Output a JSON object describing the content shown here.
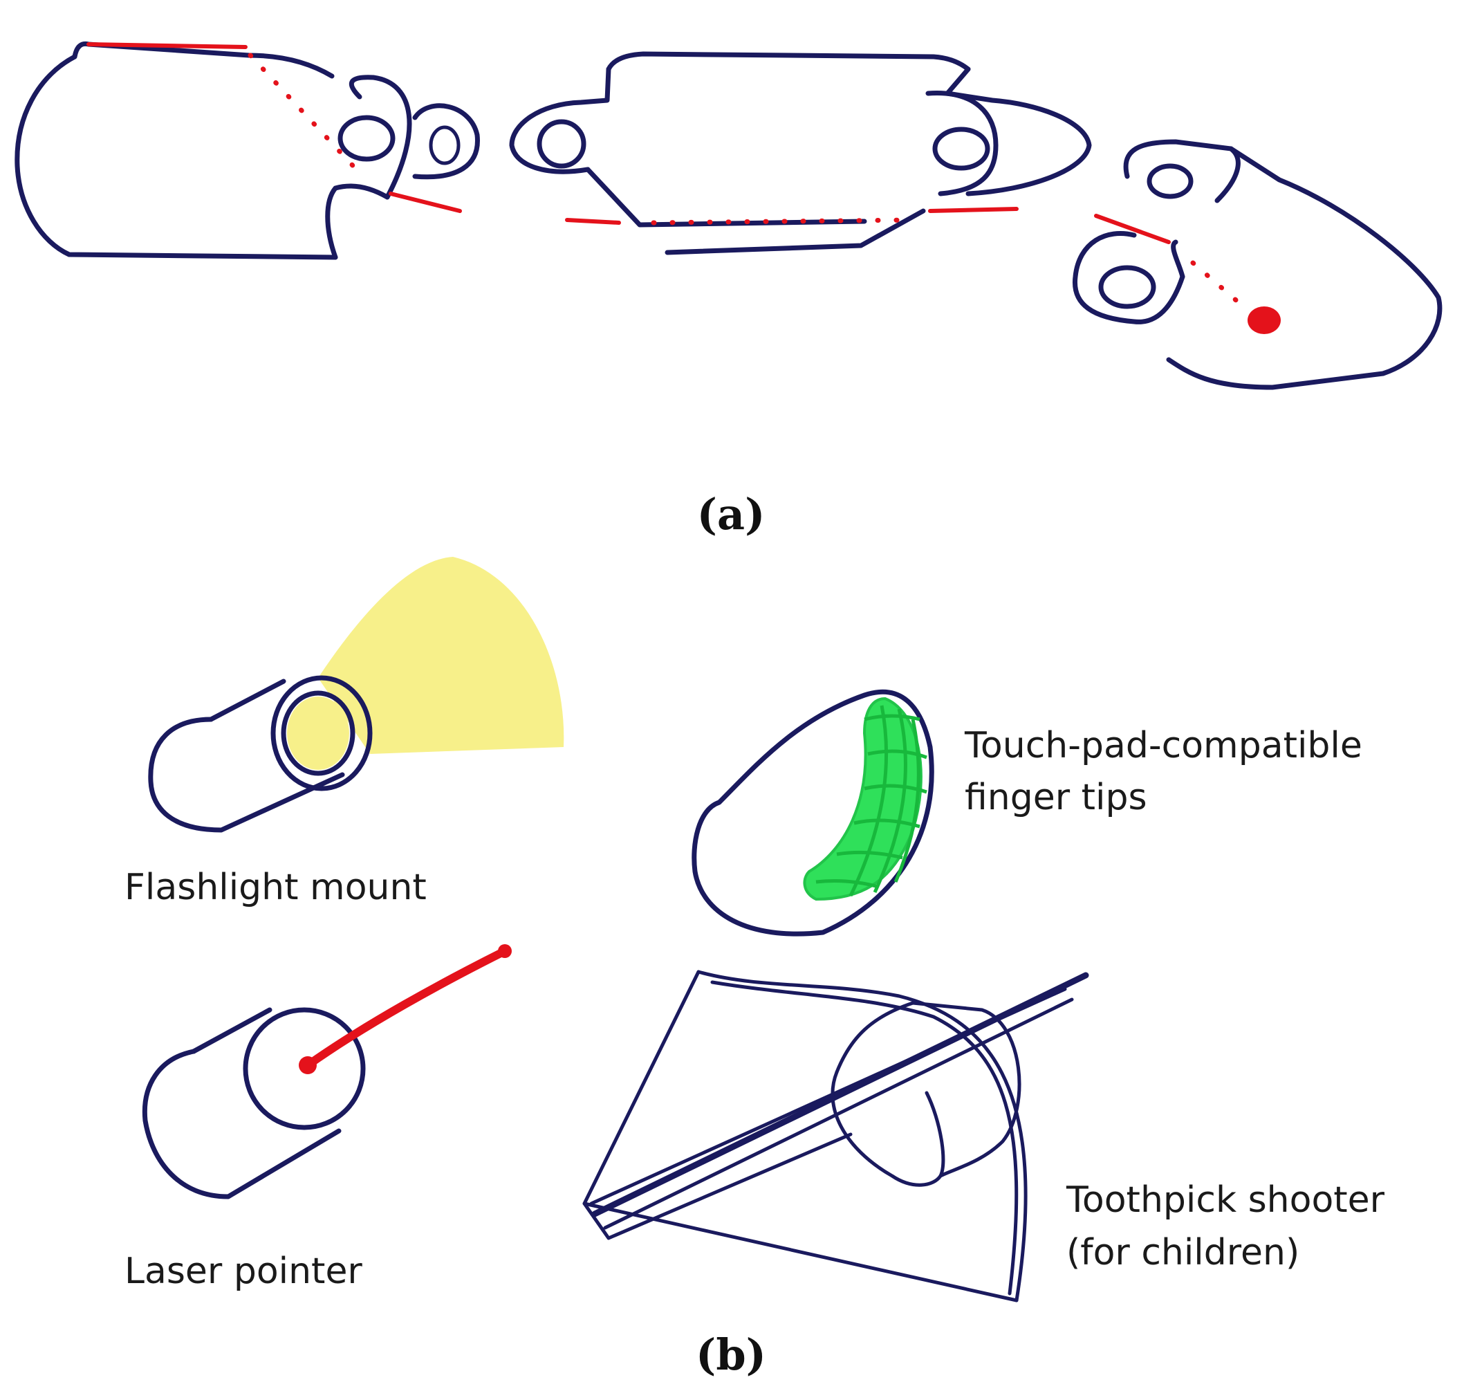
{
  "panel_labels": {
    "a": "(a)",
    "b": "(b)"
  },
  "labels": {
    "flashlight": "Flashlight mount",
    "touchpad_line1": "Touch-pad-compatible",
    "touchpad_line2": "finger tips",
    "laser": "Laser pointer",
    "toothpick_line1": "Toothpick shooter",
    "toothpick_line2": "(for children)"
  },
  "colors": {
    "ink": "#1a1a5e",
    "laser": "#e4121b",
    "light_beam": "#f7f08a",
    "touch_pad": "#2fe05a"
  }
}
